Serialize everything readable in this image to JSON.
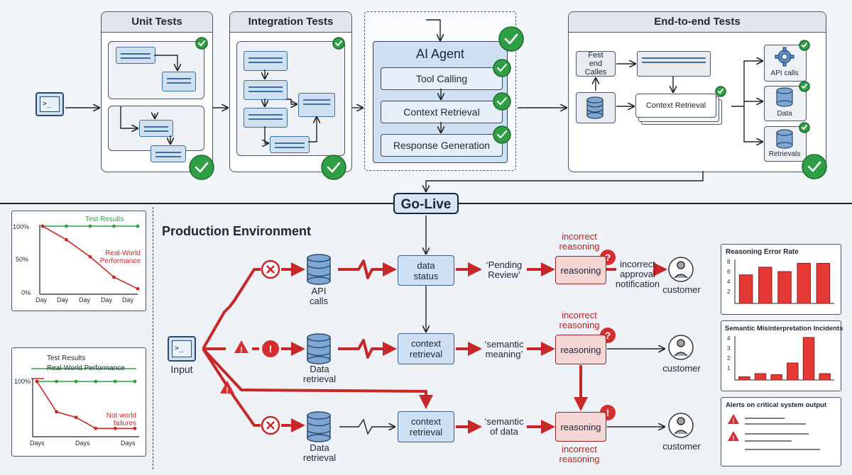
{
  "stages": {
    "unit_tests": "Unit Tests",
    "integration_tests": "Integration Tests",
    "ai_agent": {
      "title": "AI Agent",
      "steps": [
        "Tool Calling",
        "Context Retrieval",
        "Response Generation"
      ]
    },
    "e2e": {
      "title": "End-to-end Tests",
      "front_end_calls": "Fest end Calles",
      "context_retrieval": "Context Retrieval",
      "api_calls": "API calls",
      "data": "Data",
      "retrievals": "Retrievals"
    }
  },
  "go_live": "Go-Live",
  "production": {
    "title": "Production Environment",
    "input": "Input",
    "sources": {
      "api_calls": "API calls",
      "data_retrieval_1": "Data retrieval",
      "data_retrieval_2": "Data retrieval"
    },
    "nodes": {
      "data_status": "data status",
      "context_retrieval_1": "context retrieval",
      "context_retrieval_2": "context retrieval"
    },
    "quotes": {
      "q1": "‘Pending Review’",
      "q2": "‘semantic meaning’",
      "q3": "‘semantic of data"
    },
    "reasoning": "reasoning",
    "incorrect_reasoning": "incorrect reasoning",
    "incorrect_approval": "incorrect approval notification",
    "customer": "customer"
  },
  "left_charts": {
    "top": {
      "y_ticks": [
        "100%",
        "50%",
        "0%"
      ],
      "x_ticks": [
        "Day",
        "Day",
        "Day",
        "Day",
        "Day"
      ],
      "series_test": "Test Results",
      "series_real": "Real-World Performance"
    },
    "bottom": {
      "y_ticks": [
        "100%"
      ],
      "x_ticks": [
        "Days",
        "Days",
        "Days"
      ],
      "legend_test": "Test Results",
      "legend_real": "Real-World Performance",
      "annotation": "Not world failures"
    }
  },
  "right_charts": {
    "reasoning_error_rate": {
      "title": "Reasoning Error Rate",
      "y_ticks": [
        "8",
        "6",
        "4",
        "2"
      ]
    },
    "semantic_incidents": {
      "title": "Semantic Misinterpretation Incidents",
      "y_ticks": [
        "4",
        "3",
        "2",
        "1"
      ]
    },
    "alerts": {
      "title": "Alerts on critical system output"
    }
  },
  "chart_data": [
    {
      "type": "line",
      "x": [
        "Day",
        "Day",
        "Day",
        "Day",
        "Day"
      ],
      "series": [
        {
          "name": "Test Results",
          "values": [
            100,
            100,
            100,
            100,
            100
          ]
        },
        {
          "name": "Real-World Performance",
          "values": [
            100,
            80,
            55,
            25,
            8
          ]
        }
      ],
      "ylim": [
        0,
        100
      ]
    },
    {
      "type": "line",
      "x": [
        "Days",
        "Days",
        "Days"
      ],
      "series": [
        {
          "name": "Test Results",
          "values": [
            100,
            100,
            100,
            100,
            100,
            100
          ]
        },
        {
          "name": "Real-World Performance",
          "values": [
            100,
            45,
            35,
            15,
            15,
            15
          ]
        }
      ],
      "ylim": [
        0,
        100
      ]
    },
    {
      "type": "bar",
      "title": "Reasoning Error Rate",
      "values": [
        5.2,
        6.6,
        5.8,
        7.3,
        7.3
      ],
      "ylim": [
        0,
        8
      ]
    },
    {
      "type": "bar",
      "title": "Semantic Misinterpretation Incidents",
      "values": [
        0.3,
        0.6,
        0.5,
        1.6,
        4.0,
        0.6
      ],
      "ylim": [
        0,
        4
      ]
    }
  ],
  "colors": {
    "green": "#2f9e44",
    "red": "#c62828",
    "blue_box": "#cfe0f3",
    "pink_box": "#f6d5d5"
  }
}
